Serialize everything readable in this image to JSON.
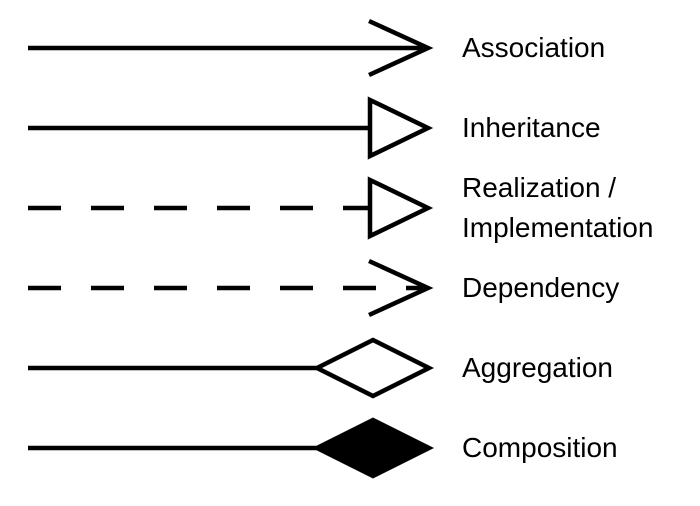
{
  "diagram": {
    "kind": "uml-relationship-legend",
    "colors": {
      "stroke": "#000000",
      "fill_filled": "#000000",
      "fill_hollow": "#ffffff",
      "text": "#000000",
      "background": "#ffffff"
    },
    "rows": [
      {
        "label": "Association",
        "line": "solid",
        "marker": "open-arrow"
      },
      {
        "label": "Inheritance",
        "line": "solid",
        "marker": "hollow-triangle"
      },
      {
        "label": "Realization /\nImplementation",
        "line": "dashed",
        "marker": "hollow-triangle"
      },
      {
        "label": "Dependency",
        "line": "dashed",
        "marker": "open-arrow"
      },
      {
        "label": "Aggregation",
        "line": "solid",
        "marker": "hollow-diamond"
      },
      {
        "label": "Composition",
        "line": "solid",
        "marker": "filled-diamond"
      }
    ]
  }
}
